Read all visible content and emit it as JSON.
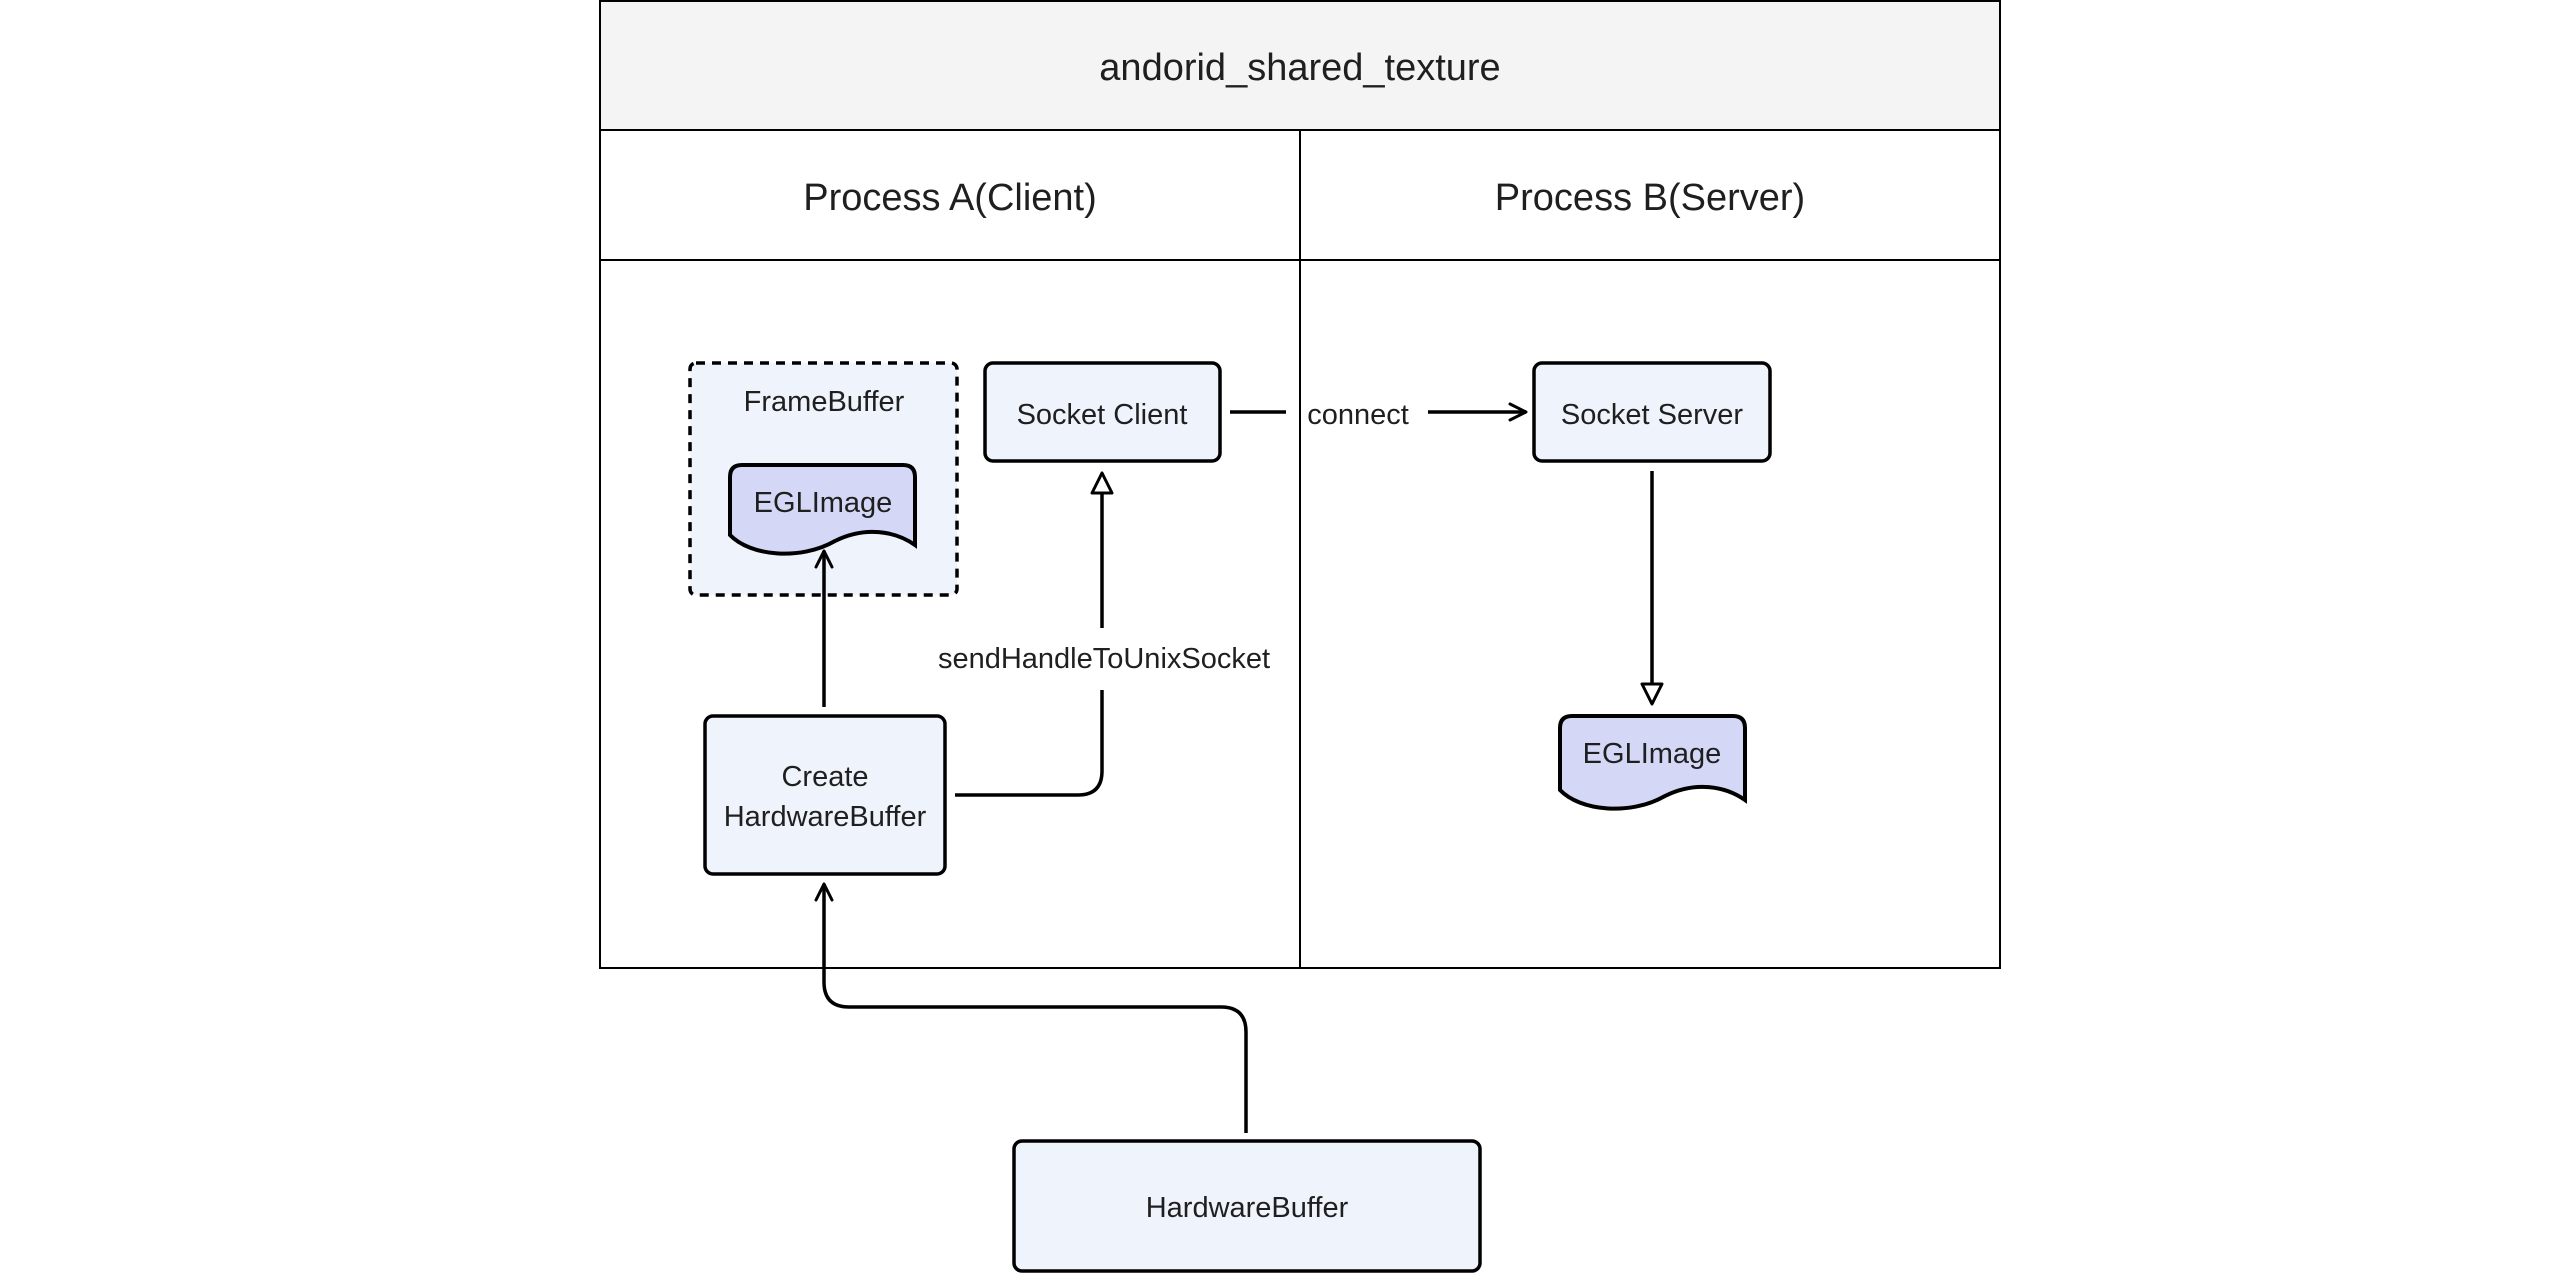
{
  "diagram": {
    "title": "andorid_shared_texture",
    "lanes": {
      "client": "Process A(Client)",
      "server": "Process B(Server)"
    },
    "nodes": {
      "framebuffer": "FrameBuffer",
      "eglimage_client": "EGLImage",
      "socket_client": "Socket Client",
      "create_hw_line1": "Create",
      "create_hw_line2": "HardwareBuffer",
      "socket_server": "Socket Server",
      "eglimage_server": "EGLImage",
      "hardware_buffer": "HardwareBuffer"
    },
    "edges": {
      "connect": "connect",
      "send_handle": "sendHandleToUnixSocket"
    }
  },
  "colors": {
    "node_fill": "#eff3fc",
    "document_fill": "#d4d7f5",
    "header_fill": "#f4f4f4",
    "stroke": "#000000"
  }
}
